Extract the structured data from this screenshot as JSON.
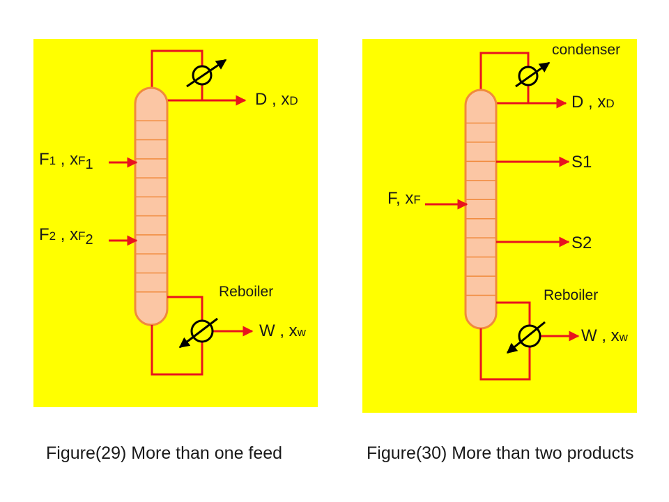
{
  "colors": {
    "panel_bg": "#ffff00",
    "line": "#e8141e",
    "column_fill": "#fbc6a4",
    "column_stroke": "#f08a3c",
    "arrow": "#000000",
    "text": "#1a1a1a"
  },
  "figure29": {
    "caption": "Figure(29) More than one feed",
    "top_product": {
      "main": "D , x",
      "sub": "D"
    },
    "feed1": {
      "main": "F",
      "sub1": "1",
      "mid": " , x",
      "sub2": "F",
      "sub3": "1"
    },
    "feed2": {
      "main": "F",
      "sub1": "2",
      "mid": " , x",
      "sub2": "F",
      "sub3": "2"
    },
    "reboiler_label": "Reboiler",
    "bottom_product": {
      "main": "W , x",
      "sub": "w"
    }
  },
  "figure30": {
    "caption": "Figure(30) More than two products",
    "condenser_label": "condenser",
    "top_product": {
      "main": "D , x",
      "sub": "D"
    },
    "side_product_1": "S1",
    "side_product_2": "S2",
    "feed": {
      "main": "F, x",
      "sub": "F"
    },
    "reboiler_label": "Reboiler",
    "bottom_product": {
      "main": "W , x",
      "sub": "w"
    }
  }
}
